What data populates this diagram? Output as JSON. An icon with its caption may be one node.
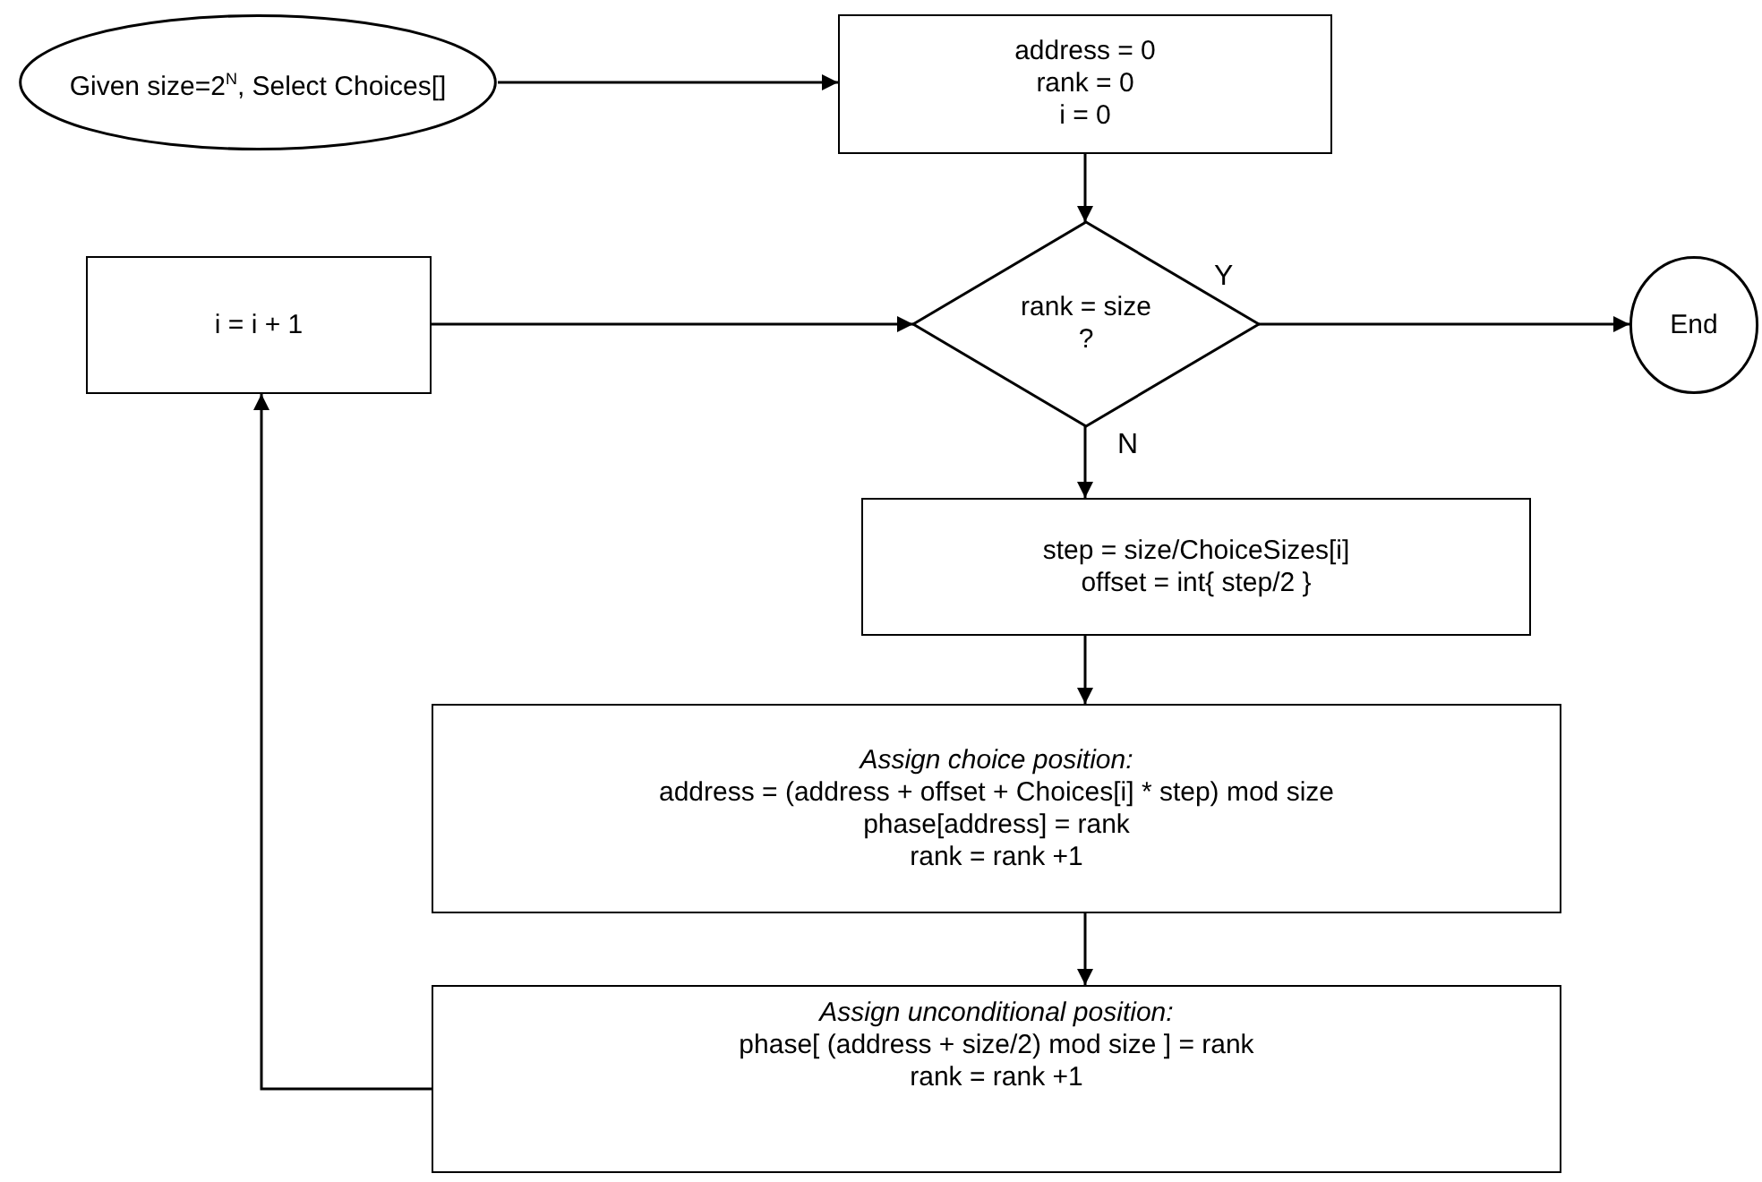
{
  "diagram": {
    "nodes": [
      {
        "text": [
          "Given size=2$^{N}$, Select Choices[]"
        ]
      },
      {
        "text": [
          "address = 0",
          "rank = 0",
          "i = 0"
        ]
      },
      {
        "text": [
          "i = i + 1"
        ]
      },
      {
        "text": [
          "rank = size",
          "?"
        ]
      },
      {
        "text": [
          "End"
        ]
      },
      {
        "text": [
          "step = size/ChoiceSizes[i]",
          "offset = int{ step/2 }"
        ]
      },
      {
        "text": [
          "Assign choice position:",
          "address = (address + offset + Choices[i] * step) mod size",
          "phase[address] = rank",
          "rank = rank +1"
        ]
      },
      {
        "text": [
          "Assign unconditional position:",
          "phase[ (address + size/2) mod size ] = rank",
          "rank = rank +1"
        ]
      }
    ],
    "edges": [
      {
        "from": 0,
        "to": 1,
        "arrow": "to"
      },
      {
        "from": 1,
        "to": 3,
        "arrow": "to"
      },
      {
        "from": 2,
        "to": 3,
        "arrow": "to"
      },
      {
        "from": 3,
        "to": 4,
        "arrow": "to",
        "label": "Y"
      },
      {
        "from": 3,
        "to": 5,
        "arrow": "to",
        "label": "N"
      },
      {
        "from": 5,
        "to": 6,
        "arrow": "to"
      },
      {
        "from": 6,
        "to": 7,
        "arrow": "to"
      },
      {
        "from": 7,
        "to": 2,
        "arrow": "to"
      }
    ]
  }
}
